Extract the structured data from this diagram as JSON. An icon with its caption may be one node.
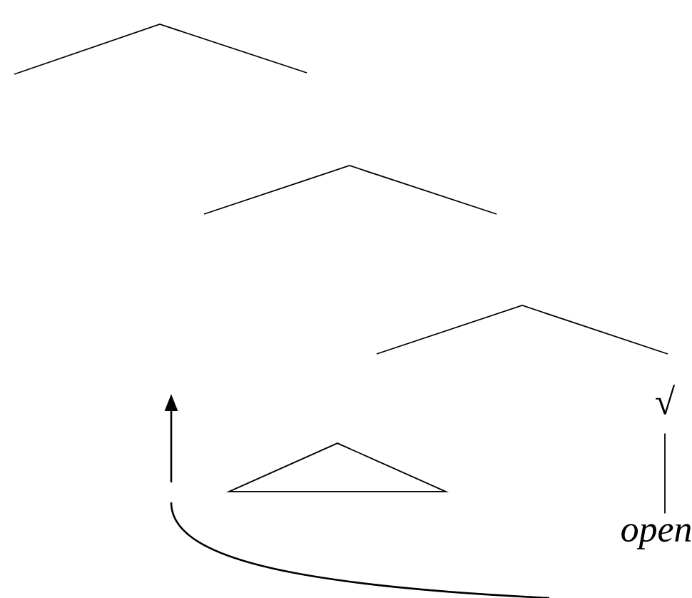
{
  "diagram": {
    "nodes": [
      {
        "text": [],
        "shape": "triangle"
      },
      {
        "text": [
          "√"
        ]
      },
      {
        "text": [
          "*open*"
        ]
      }
    ],
    "edges": [
      {
        "from": 1,
        "to": 2,
        "arrow": "none"
      }
    ]
  }
}
